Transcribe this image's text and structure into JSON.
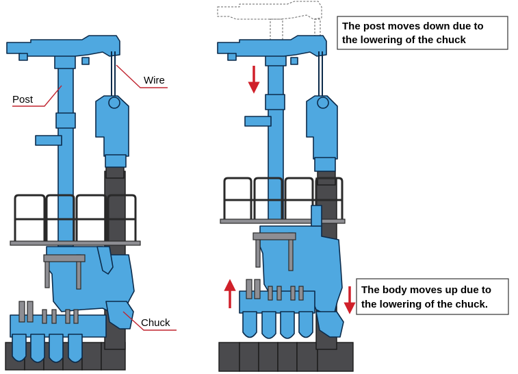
{
  "labels": {
    "post": "Post",
    "wire": "Wire",
    "chuck": "Chuck"
  },
  "notes": {
    "post_line1": "The post moves down due to",
    "post_line2": "the lowering of the chuck",
    "body_line1": "The body moves up due to",
    "body_line2": "the lowering of the chuck."
  },
  "colors": {
    "machine_body": "#4fa8e0",
    "outline": "#0b2a4a",
    "chuck_column": "#4a4a4d",
    "arrow": "#d0202a",
    "leader_line": "#c0242f"
  }
}
